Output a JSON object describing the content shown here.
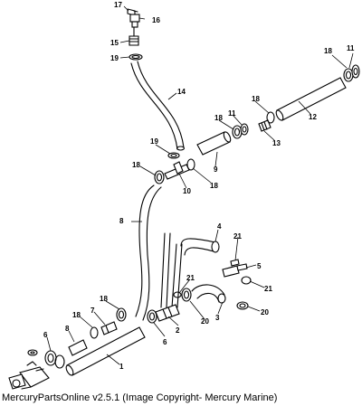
{
  "callouts": {
    "n1": "1",
    "n2": "2",
    "n3": "3",
    "n4": "4",
    "n5": "5",
    "n6": "6",
    "n7": "7",
    "n8": "8",
    "n9": "9",
    "n10": "10",
    "n11": "11",
    "n12": "12",
    "n13": "13",
    "n14": "14",
    "n15": "15",
    "n16": "16",
    "n17": "17",
    "n18": "18",
    "n19": "19",
    "n20": "20",
    "n21": "21"
  },
  "caption": "MercuryPartsOnline v2.5.1 (Image Copyright- Mercury Marine)"
}
